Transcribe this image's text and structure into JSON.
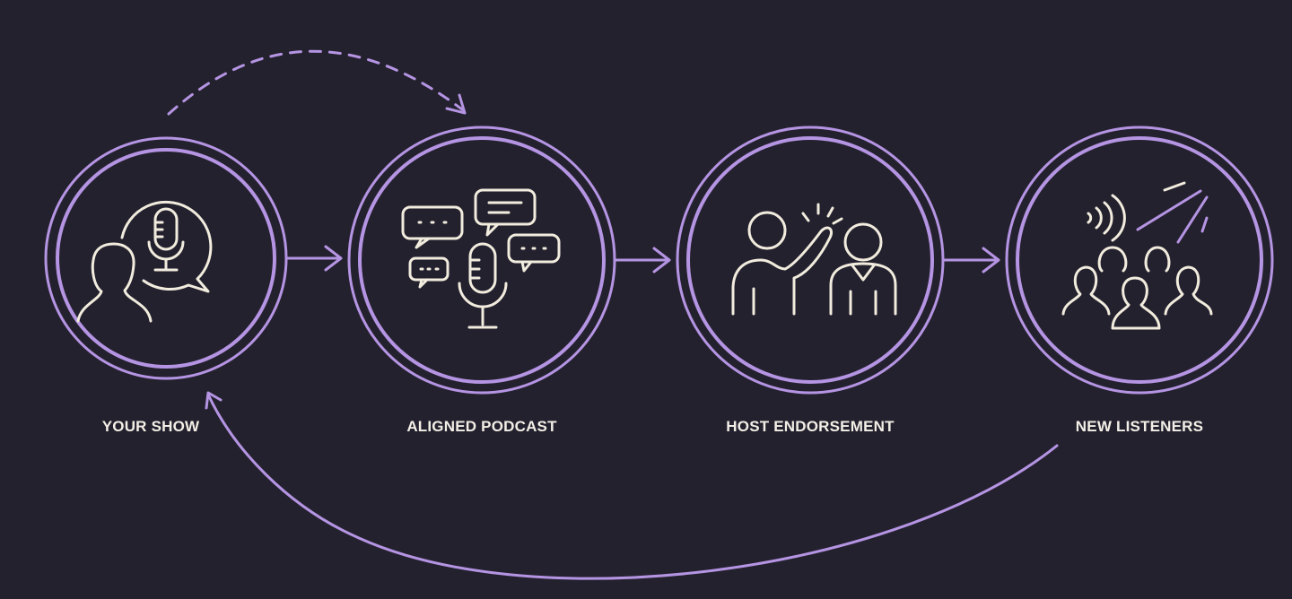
{
  "steps": [
    {
      "label": "YOUR SHOW",
      "icon": "person-with-mic-speech-bubble-icon"
    },
    {
      "label": "ALIGNED PODCAST",
      "icon": "microphone-with-chat-bubbles-icon"
    },
    {
      "label": "HOST ENDORSEMENT",
      "icon": "high-five-icon"
    },
    {
      "label": "NEW LISTENERS",
      "icon": "audience-with-broadcast-icon"
    }
  ],
  "colors": {
    "background": "#24212f",
    "accent": "#b595e3",
    "icon": "#f1ecdd",
    "text": "#f3efe6"
  }
}
